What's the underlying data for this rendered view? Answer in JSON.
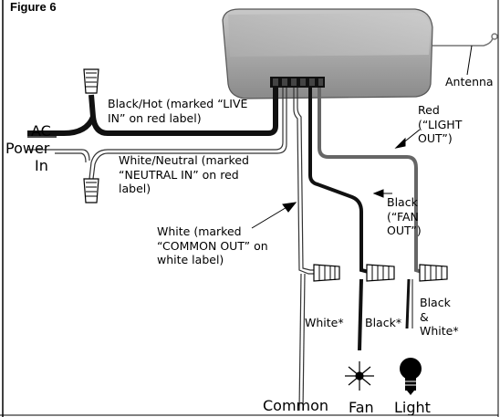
{
  "figure": {
    "title": "Figure 6"
  },
  "labels": {
    "antenna": "Antenna",
    "black_hot": "Black/Hot (marked “LIVE\nIN” on red label)",
    "ac": "AC",
    "power": "Power",
    "in": "In",
    "white_neutral": "White/Neutral (marked\n“NEUTRAL IN” on red\nlabel)",
    "red": "Red\n(“LIGHT\nOUT”)",
    "black_fan": "Black\n(“FAN\nOUT”)",
    "white_common": "White (marked\n“COMMON OUT” on\nwhite label)",
    "white_star": "White*",
    "black_star": "Black*",
    "black_white_star": "Black\n&\nWhite*",
    "common": "Common",
    "fan": "Fan",
    "light": "Light"
  }
}
